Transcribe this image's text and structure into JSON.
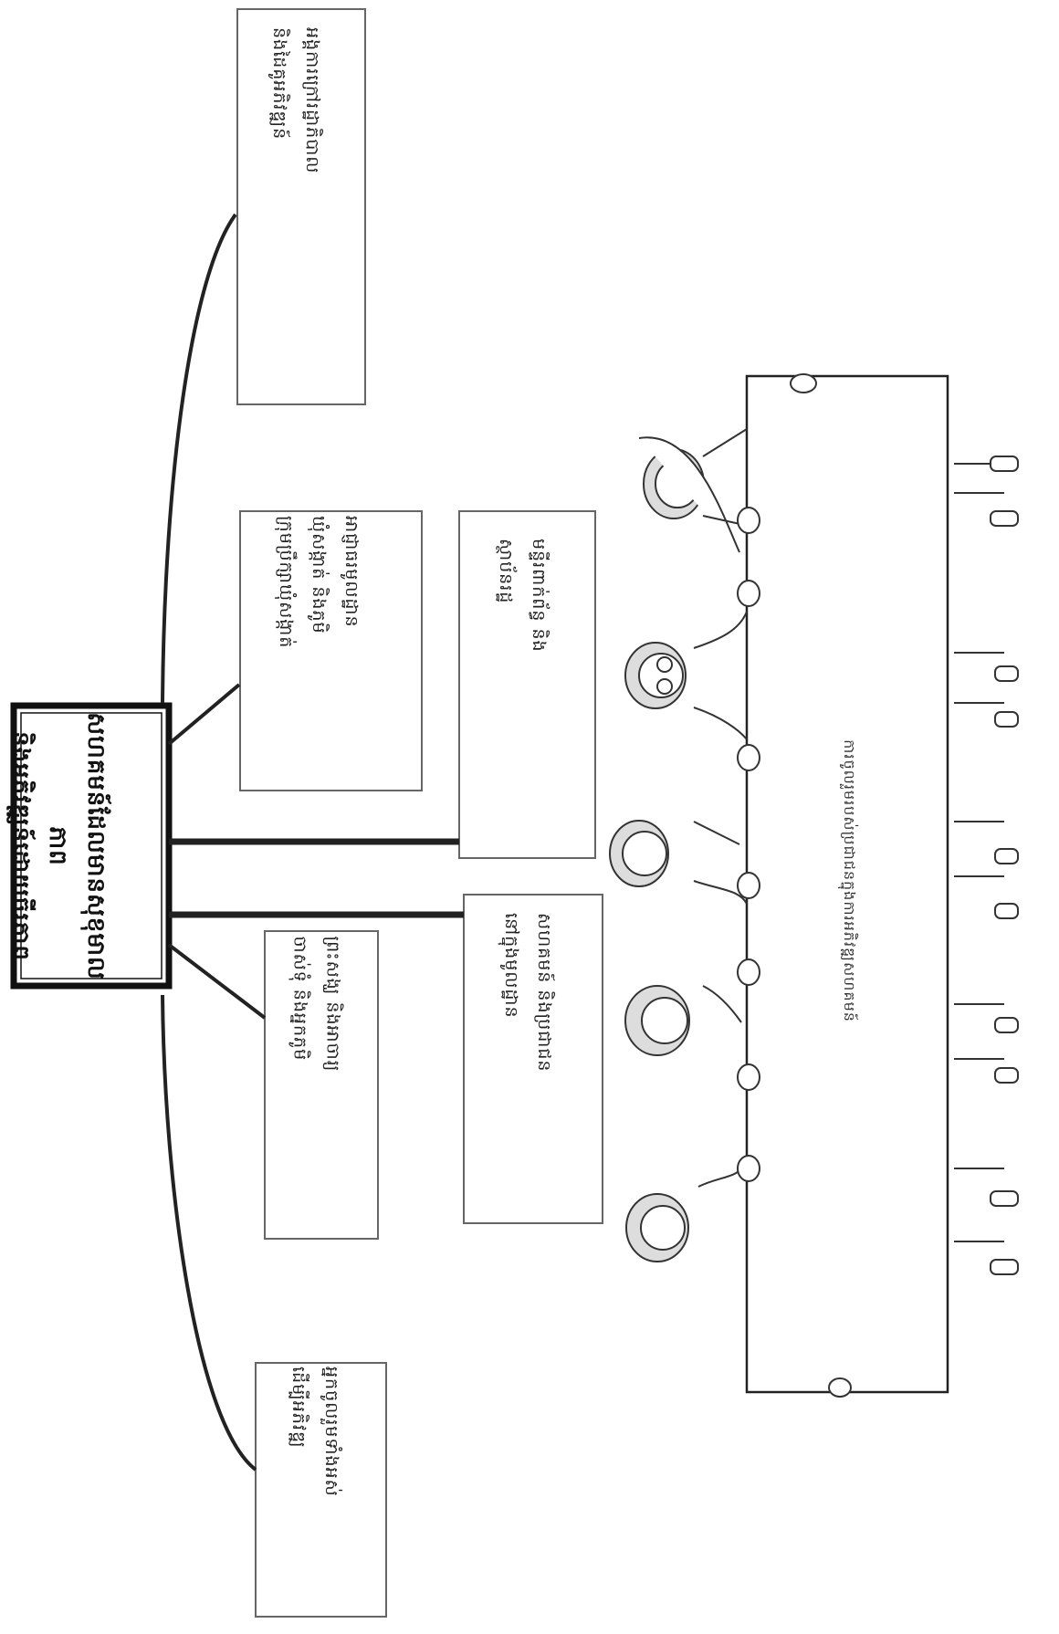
{
  "diagram": {
    "central": {
      "label": "សហគមន៍ដែលមានសុខុមាលភាព\nនិងអភិវឌ្ឍន៍ដោយចីរភាព"
    },
    "boxes": [
      {
        "label": "អង្គការក្រៅរដ្ឋាភិបាល\nនិងដៃគូអភិវឌ្ឍន៍"
      },
      {
        "label": "អាជ្ញាធរមូលដ្ឋាន\nឃុំសង្កាត់ និងភូមិ\nក្រុមប្រឹក្សាឃុំសង្កាត់"
      },
      {
        "label": "មន្ទីរពាក់ព័ន្ធ និង\nស្ថាប័នរដ្ឋ"
      },
      {
        "label": "ព្រះសង្ឃ និងអាចារ្យ\nចាស់ទុំ និងអ្នកភូមិ"
      },
      {
        "label": "សហគមន៍ និងប្រជាជន\nនៅក្នុងមូលដ្ឋាន"
      },
      {
        "label": "អ្នកចូលរួមទាំងអស់\nដើម្បីអភិវឌ្ឍ"
      }
    ],
    "banner": {
      "label": "ការចូលរួមរបស់ប្រជាជនក្នុងការអភិវឌ្ឍសហគមន៍"
    }
  }
}
